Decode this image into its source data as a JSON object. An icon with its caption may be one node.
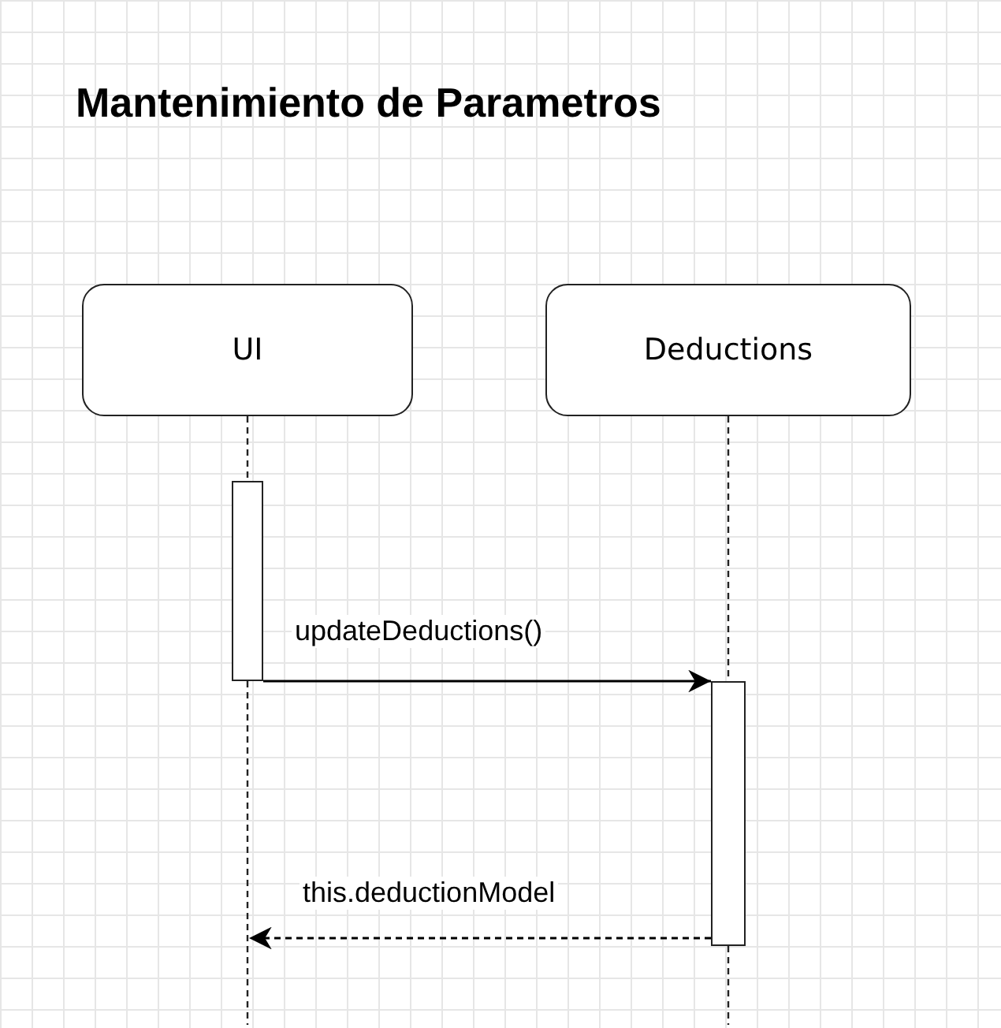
{
  "diagram": {
    "title": "Mantenimiento de Parametros",
    "nodes": [
      {
        "text": [
          "UI"
        ]
      },
      {
        "text": [
          "Deductions"
        ]
      },
      {
        "text": [],
        "shape": "bar"
      },
      {
        "text": [],
        "shape": "bar"
      }
    ],
    "edges": [
      {
        "from": 2,
        "to": 3,
        "arrow": "to",
        "label": "updateDeductions()"
      },
      {
        "from": 3,
        "to": null,
        "arrow": "to",
        "label": "this.deductionModel",
        "style": "dashed"
      }
    ]
  }
}
